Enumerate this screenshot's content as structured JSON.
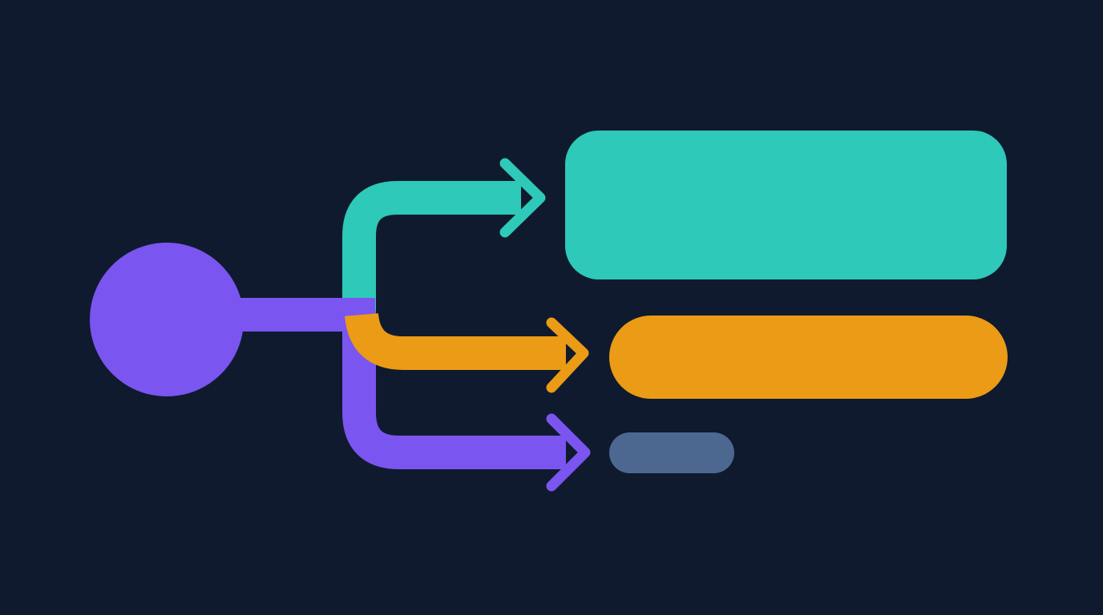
{
  "diagram": {
    "background_color": "#0f1a2f",
    "source_node": {
      "shape": "circle",
      "color": "#7b55f0"
    },
    "branches": [
      {
        "name": "top",
        "color": "#2ec9b8"
      },
      {
        "name": "middle",
        "color": "#eb9b15"
      },
      {
        "name": "bottom",
        "color": "#7b55f0"
      }
    ],
    "target_blocks": [
      {
        "name": "top",
        "shape": "rounded-rectangle",
        "color": "#2ec9b8"
      },
      {
        "name": "middle",
        "shape": "pill",
        "color": "#eb9b15"
      },
      {
        "name": "bottom",
        "shape": "pill",
        "color": "#4d6890"
      }
    ]
  }
}
